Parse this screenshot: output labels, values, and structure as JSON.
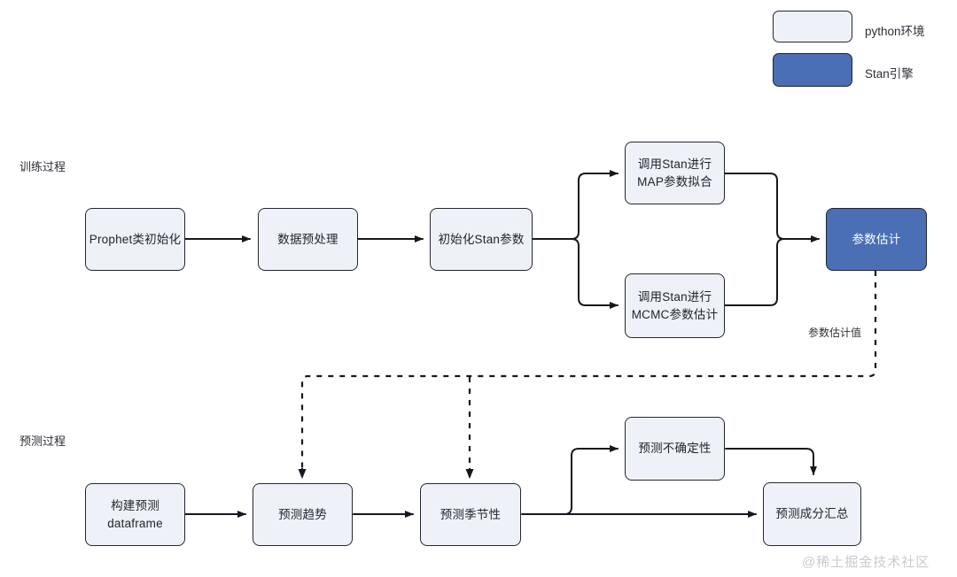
{
  "legend": {
    "items": [
      {
        "label": "python环境",
        "color": "#eef1f8",
        "name": "python-env"
      },
      {
        "label": "Stan引擎",
        "color": "#4a6fb5",
        "name": "stan-engine"
      }
    ]
  },
  "sections": [
    {
      "label": "训练过程"
    },
    {
      "label": "预测过程"
    }
  ],
  "nodes": {
    "prophet_init": "Prophet类初始化",
    "data_preprocess": "数据预处理",
    "init_stan_params": "初始化Stan参数",
    "stan_map_line1": "调用Stan进行",
    "stan_map_line2": "MAP参数拟合",
    "stan_mcmc_line1": "调用Stan进行",
    "stan_mcmc_line2": "MCMC参数估计",
    "param_estimate": "参数估计",
    "build_forecast_line1": "构建预测",
    "build_forecast_line2": "dataframe",
    "forecast_trend": "预测趋势",
    "forecast_seasonality": "预测季节性",
    "forecast_uncertainty": "预测不确定性",
    "forecast_components": "预测成分汇总"
  },
  "edge_labels": {
    "param_value": "参数估计值"
  },
  "watermark": "@稀土掘金技术社区",
  "colors": {
    "node_fill": "#eef1f8",
    "node_stroke": "#23272e",
    "accent_blue": "#4a6fb5",
    "text": "#22262c",
    "watermark": "#c9cbcf"
  }
}
